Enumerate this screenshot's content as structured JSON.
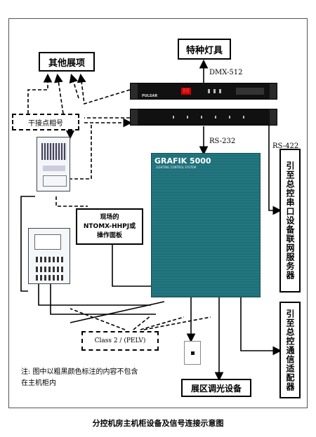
{
  "boxes": {
    "other_exhibits": "其他展项",
    "special_lights": "特种灯具",
    "dry_contact": "干接点相号",
    "onsite_panel": "现场的\nNTOMX-HHPJ或\n操作面板",
    "to_serial_server": "引至总控串口设备联网服务器",
    "to_comm_adapter": "引至总控通信适配器",
    "exhibit_dimming": "展区调光设备",
    "class2": "Class 2 / (PELV)"
  },
  "labels": {
    "dmx": "DMX-512",
    "rs232": "RS-232",
    "rs422": "RS-422"
  },
  "devices": {
    "rack1_brand": "PULSAR",
    "rack1_display": "88",
    "cabinet_logo": "GRAFIK 5000",
    "cabinet_sub": "LIGHTING CONTROL SYSTEM"
  },
  "note": "注: 图中以粗黑颜色标注的内容不包含在主机柜内",
  "caption": "分控机房主机柜设备及信号连接示意图"
}
